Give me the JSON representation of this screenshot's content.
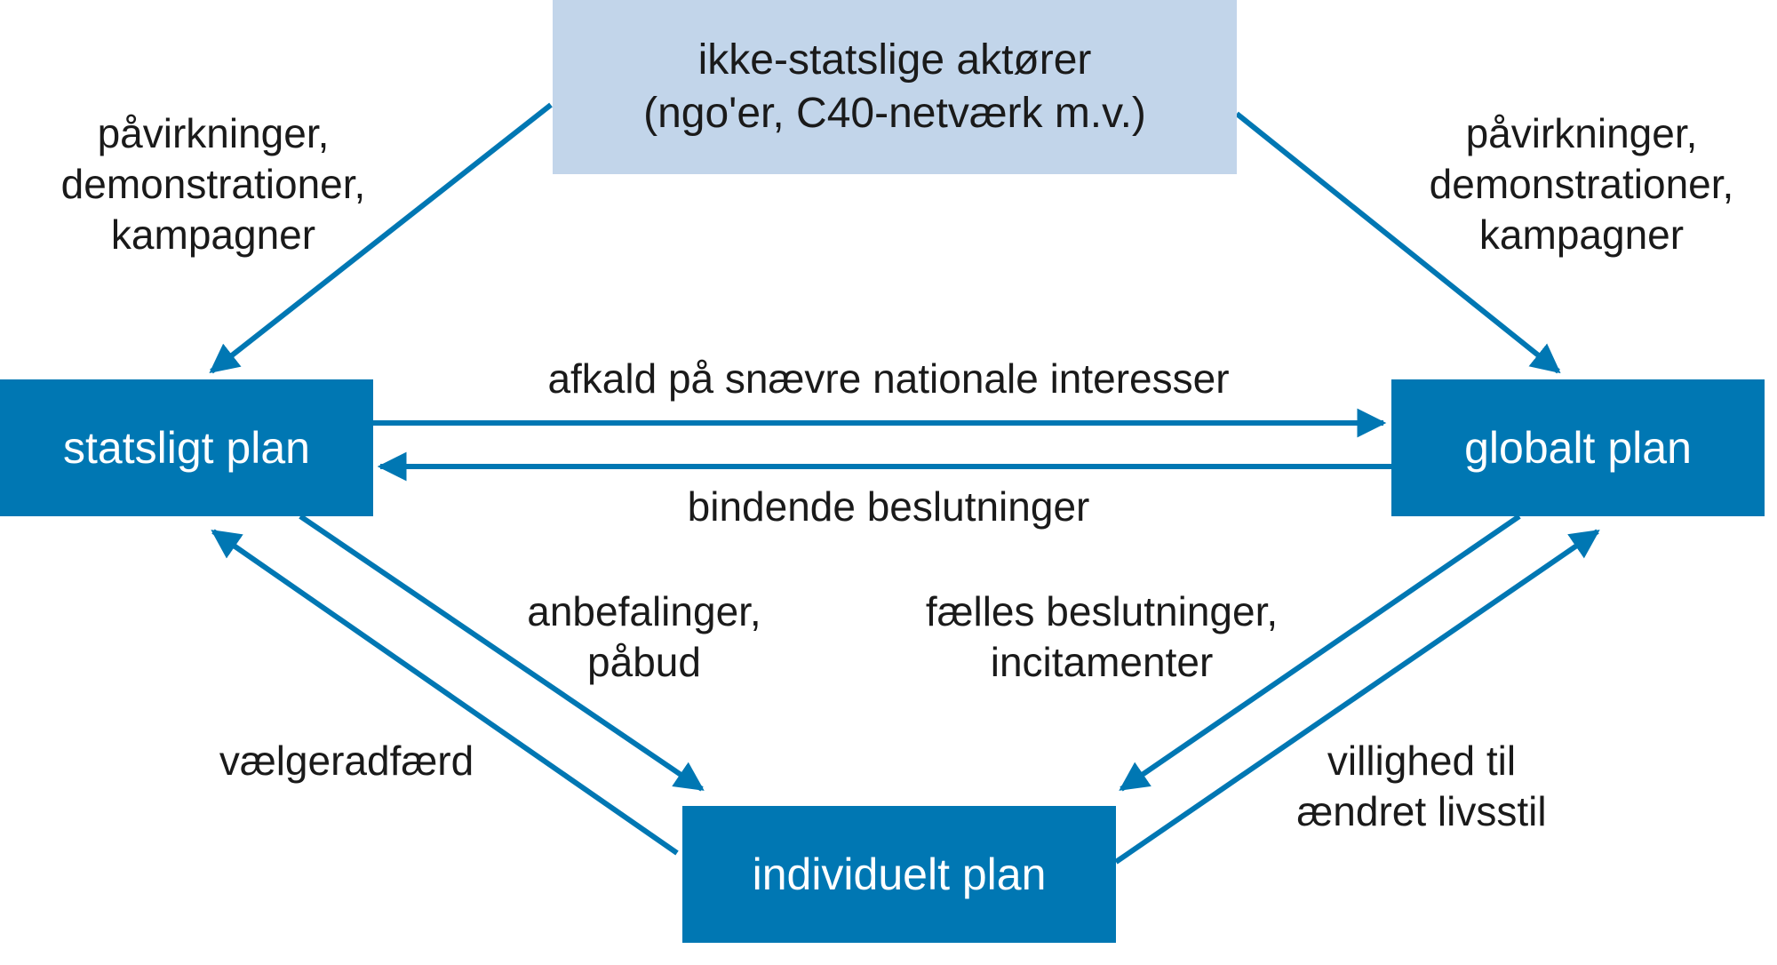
{
  "diagram": {
    "colors": {
      "node_dark": "#0077b3",
      "node_light": "#c2d5ea",
      "arrow": "#0077b3",
      "text_dark": "#1a1a1a",
      "text_light": "#ffffff"
    },
    "nodes": {
      "top": {
        "line1": "ikke-statslige aktører",
        "line2": "(ngo'er, C40-netværk m.v.)"
      },
      "left": {
        "label": "statsligt plan"
      },
      "right": {
        "label": "globalt plan"
      },
      "bottom": {
        "label": "individuelt plan"
      }
    },
    "edges": {
      "top_to_left": {
        "lines": [
          "påvirkninger,",
          "demonstrationer,",
          "kampagner"
        ]
      },
      "top_to_right": {
        "lines": [
          "påvirkninger,",
          "demonstrationer,",
          "kampagner"
        ]
      },
      "left_to_right": {
        "label": "afkald på snævre nationale interesser"
      },
      "right_to_left": {
        "label": "bindende beslutninger"
      },
      "left_to_bottom": {
        "lines": [
          "anbefalinger,",
          "påbud"
        ]
      },
      "bottom_to_left": {
        "label": "vælgeradfærd"
      },
      "right_to_bottom": {
        "lines": [
          "fælles beslutninger,",
          "incitamenter"
        ]
      },
      "bottom_to_right": {
        "lines": [
          "villighed til",
          "ændret livsstil"
        ]
      }
    }
  }
}
